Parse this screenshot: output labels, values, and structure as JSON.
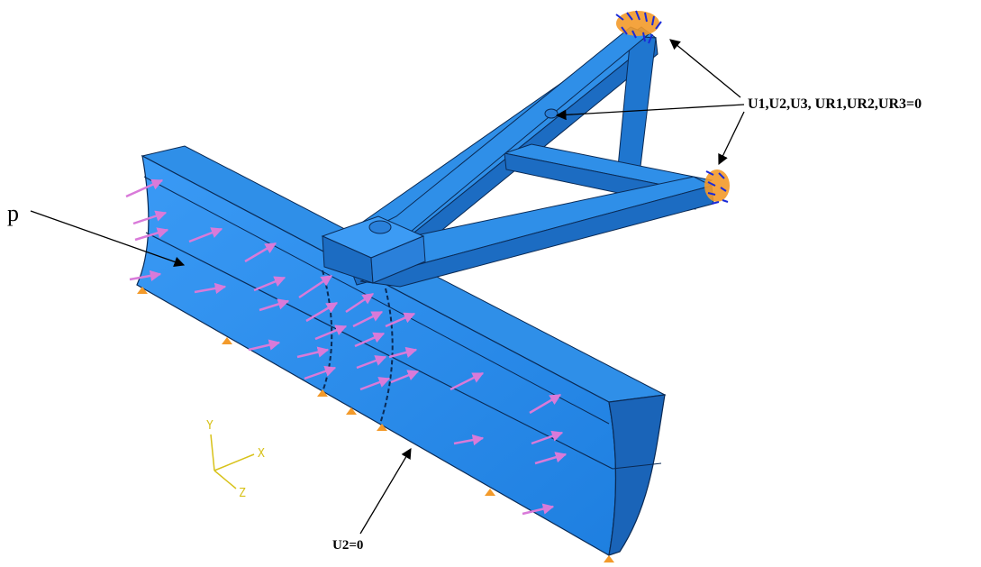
{
  "labels": {
    "pressure": "p",
    "fixed_bc": "U1,U2,U3, UR1,UR2,UR3=0",
    "symmetry_bc": "U2=0"
  },
  "triad": {
    "x": "X",
    "y": "Y",
    "z": "Z"
  },
  "colors": {
    "body_face": "#2a8ef0",
    "body_top": "#3c9bf4",
    "body_side": "#1f6fc4",
    "edge": "#0a2a55",
    "load_arrow": "#d97ad9",
    "support": "#f39a2a",
    "triad": "#d8c21a"
  }
}
